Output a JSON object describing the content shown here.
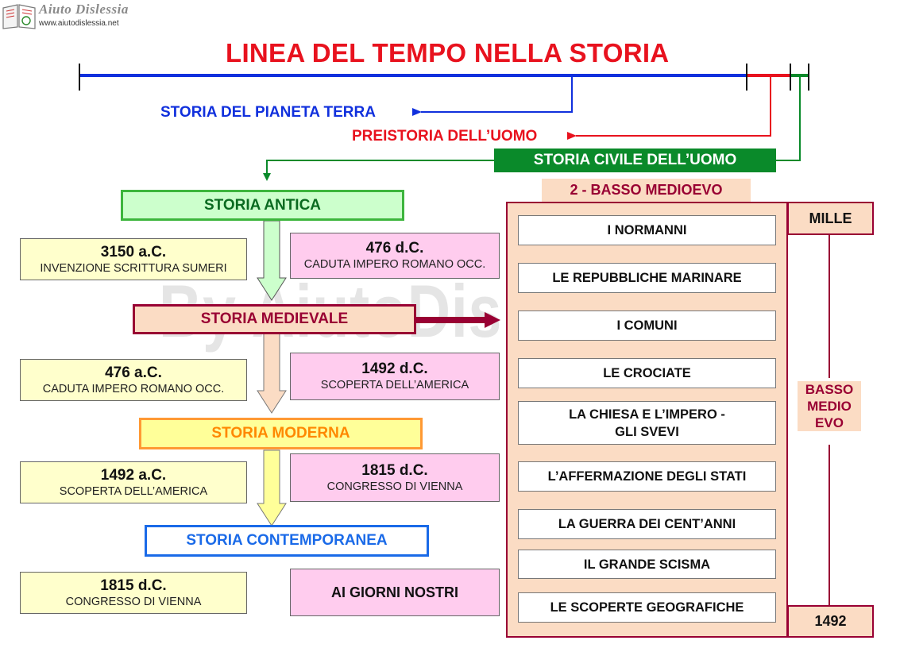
{
  "logo": {
    "name": "Aiuto Dislessia",
    "url": "www.aiutodislessia.net"
  },
  "title": "LINEA DEL TEMPO NELLA STORIA",
  "timeline": {
    "planet": "STORIA DEL PIANETA TERRA",
    "prehistory": "PREISTORIA DELL’UOMO",
    "civil": "STORIA CIVILE DELL’UOMO"
  },
  "periods": [
    {
      "name": "STORIA ANTICA",
      "start": {
        "date": "3150 a.C.",
        "event": "INVENZIONE SCRITTURA SUMERI"
      },
      "end": {
        "date": "476 d.C.",
        "event": "CADUTA IMPERO ROMANO OCC."
      }
    },
    {
      "name": "STORIA MEDIEVALE",
      "start": {
        "date": "476 a.C.",
        "event": "CADUTA IMPERO ROMANO OCC."
      },
      "end": {
        "date": "1492 d.C.",
        "event": "SCOPERTA DELL’AMERICA"
      }
    },
    {
      "name": "STORIA MODERNA",
      "start": {
        "date": "1492 a.C.",
        "event": "SCOPERTA DELL’AMERICA"
      },
      "end": {
        "date": "1815 d.C.",
        "event": "CONGRESSO DI VIENNA"
      }
    },
    {
      "name": "STORIA CONTEMPORANEA",
      "start": {
        "date": "1815 d.C.",
        "event": "CONGRESSO DI VIENNA"
      },
      "end": {
        "text": "AI GIORNI NOSTRI"
      }
    }
  ],
  "medioevo": {
    "header": "2 - BASSO MEDIOEVO",
    "start": "MILLE",
    "end": "1492",
    "side_label": [
      "BASSO",
      "MEDIO",
      "EVO"
    ],
    "items": [
      [
        "I NORMANNI"
      ],
      [
        "LE REPUBBLICHE MARINARE"
      ],
      [
        "I COMUNI"
      ],
      [
        "LE CROCIATE"
      ],
      [
        "LA CHIESA E L’IMPERO -",
        "GLI SVEVI"
      ],
      [
        "L’AFFERMAZIONE DEGLI STATI"
      ],
      [
        "LA GUERRA DEI CENT’ANNI"
      ],
      [
        "IL GRANDE SCISMA"
      ],
      [
        "LE SCOPERTE GEOGRAFICHE"
      ]
    ]
  },
  "watermark": "By AiutoDislessia.net",
  "colors": {
    "blue": "#1030dd",
    "red": "#e8121e",
    "green": "#0a8a2a",
    "maroon": "#990033",
    "salmon": "#fbdcc4"
  }
}
